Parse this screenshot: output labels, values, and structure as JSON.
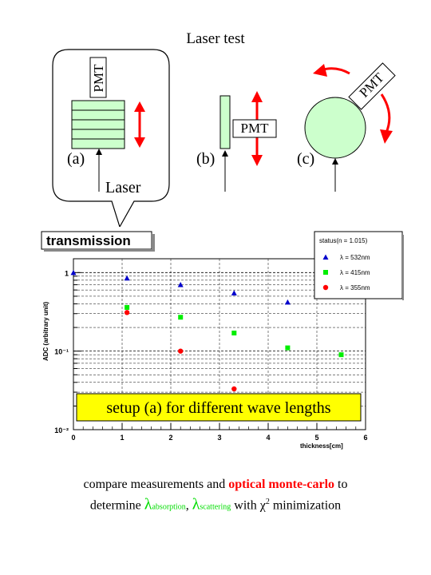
{
  "title": "Laser test",
  "setups": {
    "a": {
      "label": "(a)",
      "pmt": "PMT",
      "laser": "Laser"
    },
    "b": {
      "label": "(b)",
      "pmt": "PMT"
    },
    "c": {
      "label": "(c)",
      "pmt": "PMT"
    }
  },
  "colors": {
    "shape_fill": "#ccffcc",
    "arrow": "#ff0000",
    "banner": "#ffff00"
  },
  "chart_data": {
    "type": "scatter",
    "title": "transmission",
    "xlabel": "thickness[cm]",
    "ylabel": "ADC (arbitrary unit)",
    "xlim": [
      0,
      6
    ],
    "ylim": [
      0.01,
      1.5
    ],
    "yscale": "log",
    "x_ticks": [
      "0",
      "1",
      "2",
      "3",
      "4",
      "5",
      "6"
    ],
    "y_ticks": [
      {
        "value": 1,
        "label": "1"
      },
      {
        "value": 0.1,
        "label": "10⁻¹"
      },
      {
        "value": 0.01,
        "label": "10⁻²"
      }
    ],
    "grid": true,
    "legend_title": "status(n = 1.015)",
    "legend_position": "top-right",
    "series": [
      {
        "name": "λ = 532nm",
        "marker": "triangle",
        "color": "#0000cc",
        "x": [
          0,
          1.1,
          2.2,
          3.3,
          4.4
        ],
        "y": [
          1.0,
          0.85,
          0.7,
          0.55,
          0.42
        ]
      },
      {
        "name": "λ = 415nm",
        "marker": "square",
        "color": "#00ee00",
        "x": [
          1.1,
          2.2,
          3.3,
          4.4,
          5.5
        ],
        "y": [
          0.36,
          0.27,
          0.17,
          0.11,
          0.09
        ]
      },
      {
        "name": "λ = 355nm",
        "marker": "circle",
        "color": "#ff0000",
        "x": [
          1.1,
          2.2,
          3.3
        ],
        "y": [
          0.31,
          0.1,
          0.033
        ]
      }
    ],
    "annotation": "setup (a) for different wave lengths"
  },
  "footer": {
    "line1_a": "compare measurements and ",
    "line1_b": "optical monte-carlo",
    "line1_c": " to",
    "line2_a": "determine ",
    "lambda": "λ",
    "absorption": "absorption",
    "comma": ", ",
    "scattering": "scattering",
    "line2_b": " with ",
    "chi": "χ",
    "sup2": "2",
    "line2_c": " minimization"
  }
}
